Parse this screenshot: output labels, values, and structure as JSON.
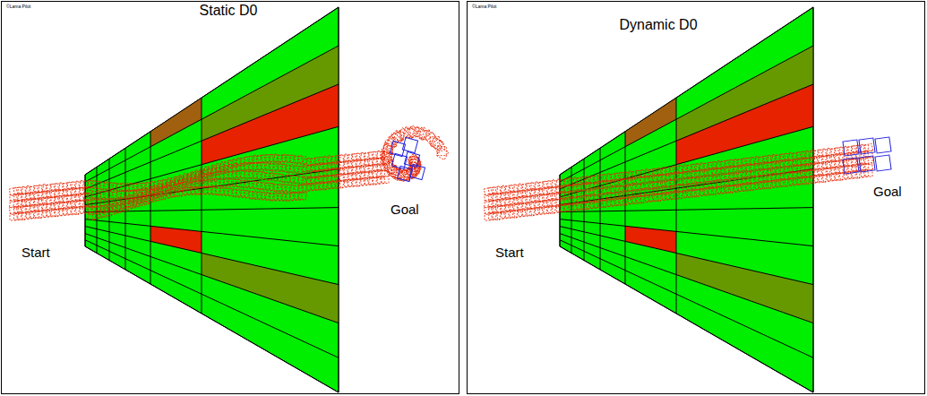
{
  "diagram": {
    "labels": [
      "©Lama Pilot",
      "Static D0",
      "Start",
      "Goal",
      "©Lama Pilot",
      "Dynamic D0",
      "Start",
      "Goal"
    ]
  }
}
